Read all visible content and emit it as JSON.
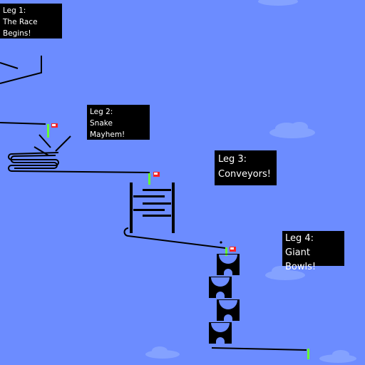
{
  "legs": [
    {
      "title": "Leg 1:",
      "subtitle_lines": [
        "The Race",
        "Begins!"
      ]
    },
    {
      "title": "Leg 2:",
      "subtitle_lines": [
        "Snake Mayhem!"
      ]
    },
    {
      "title": "Leg 3:",
      "subtitle_lines": [
        "Conveyors!"
      ]
    },
    {
      "title": "Leg 4:",
      "subtitle_lines": [
        "Giant Bowls!"
      ]
    }
  ],
  "colors": {
    "sky": "#6c8cff",
    "cloud": "#8aa6ff",
    "track": "#000000",
    "checkpoint_pole": "#66ff33",
    "flag": "#ff2222",
    "label_bg": "#000000",
    "label_text": "#ffffff"
  },
  "icons": [
    "checkpoint-flag-icon",
    "finish-pole-icon",
    "cloud-icon"
  ]
}
